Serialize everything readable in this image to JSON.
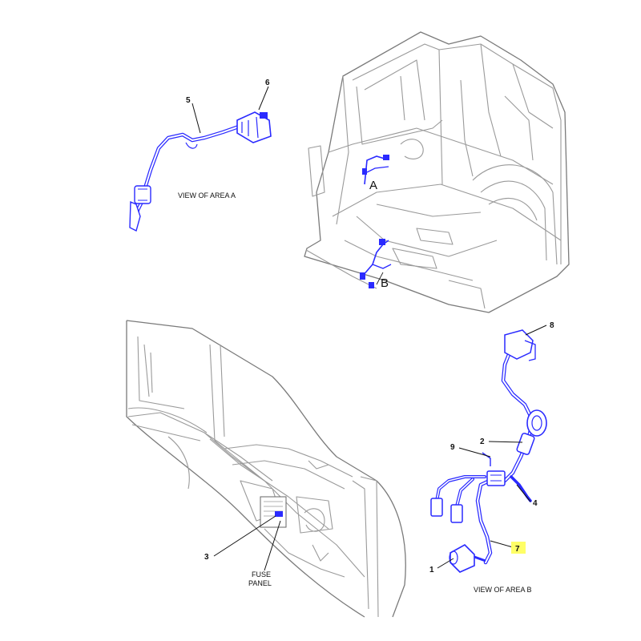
{
  "colors": {
    "harness": "#2a2aff",
    "harness_dark": "#1a1acc",
    "frame": "#9a9a9a",
    "highlight": "#ffff66"
  },
  "views": {
    "area_a": "VIEW OF AREA A",
    "area_b": "VIEW OF AREA B"
  },
  "area_markers": {
    "a": "A",
    "b": "B"
  },
  "callouts": {
    "c1": "1",
    "c2": "2",
    "c3": "3",
    "c4": "4",
    "c5": "5",
    "c6": "6",
    "c7": "7",
    "c8": "8",
    "c9": "9"
  },
  "fuse_panel": {
    "line1": "FUSE",
    "line2": "PANEL"
  },
  "highlighted_callout": "7"
}
